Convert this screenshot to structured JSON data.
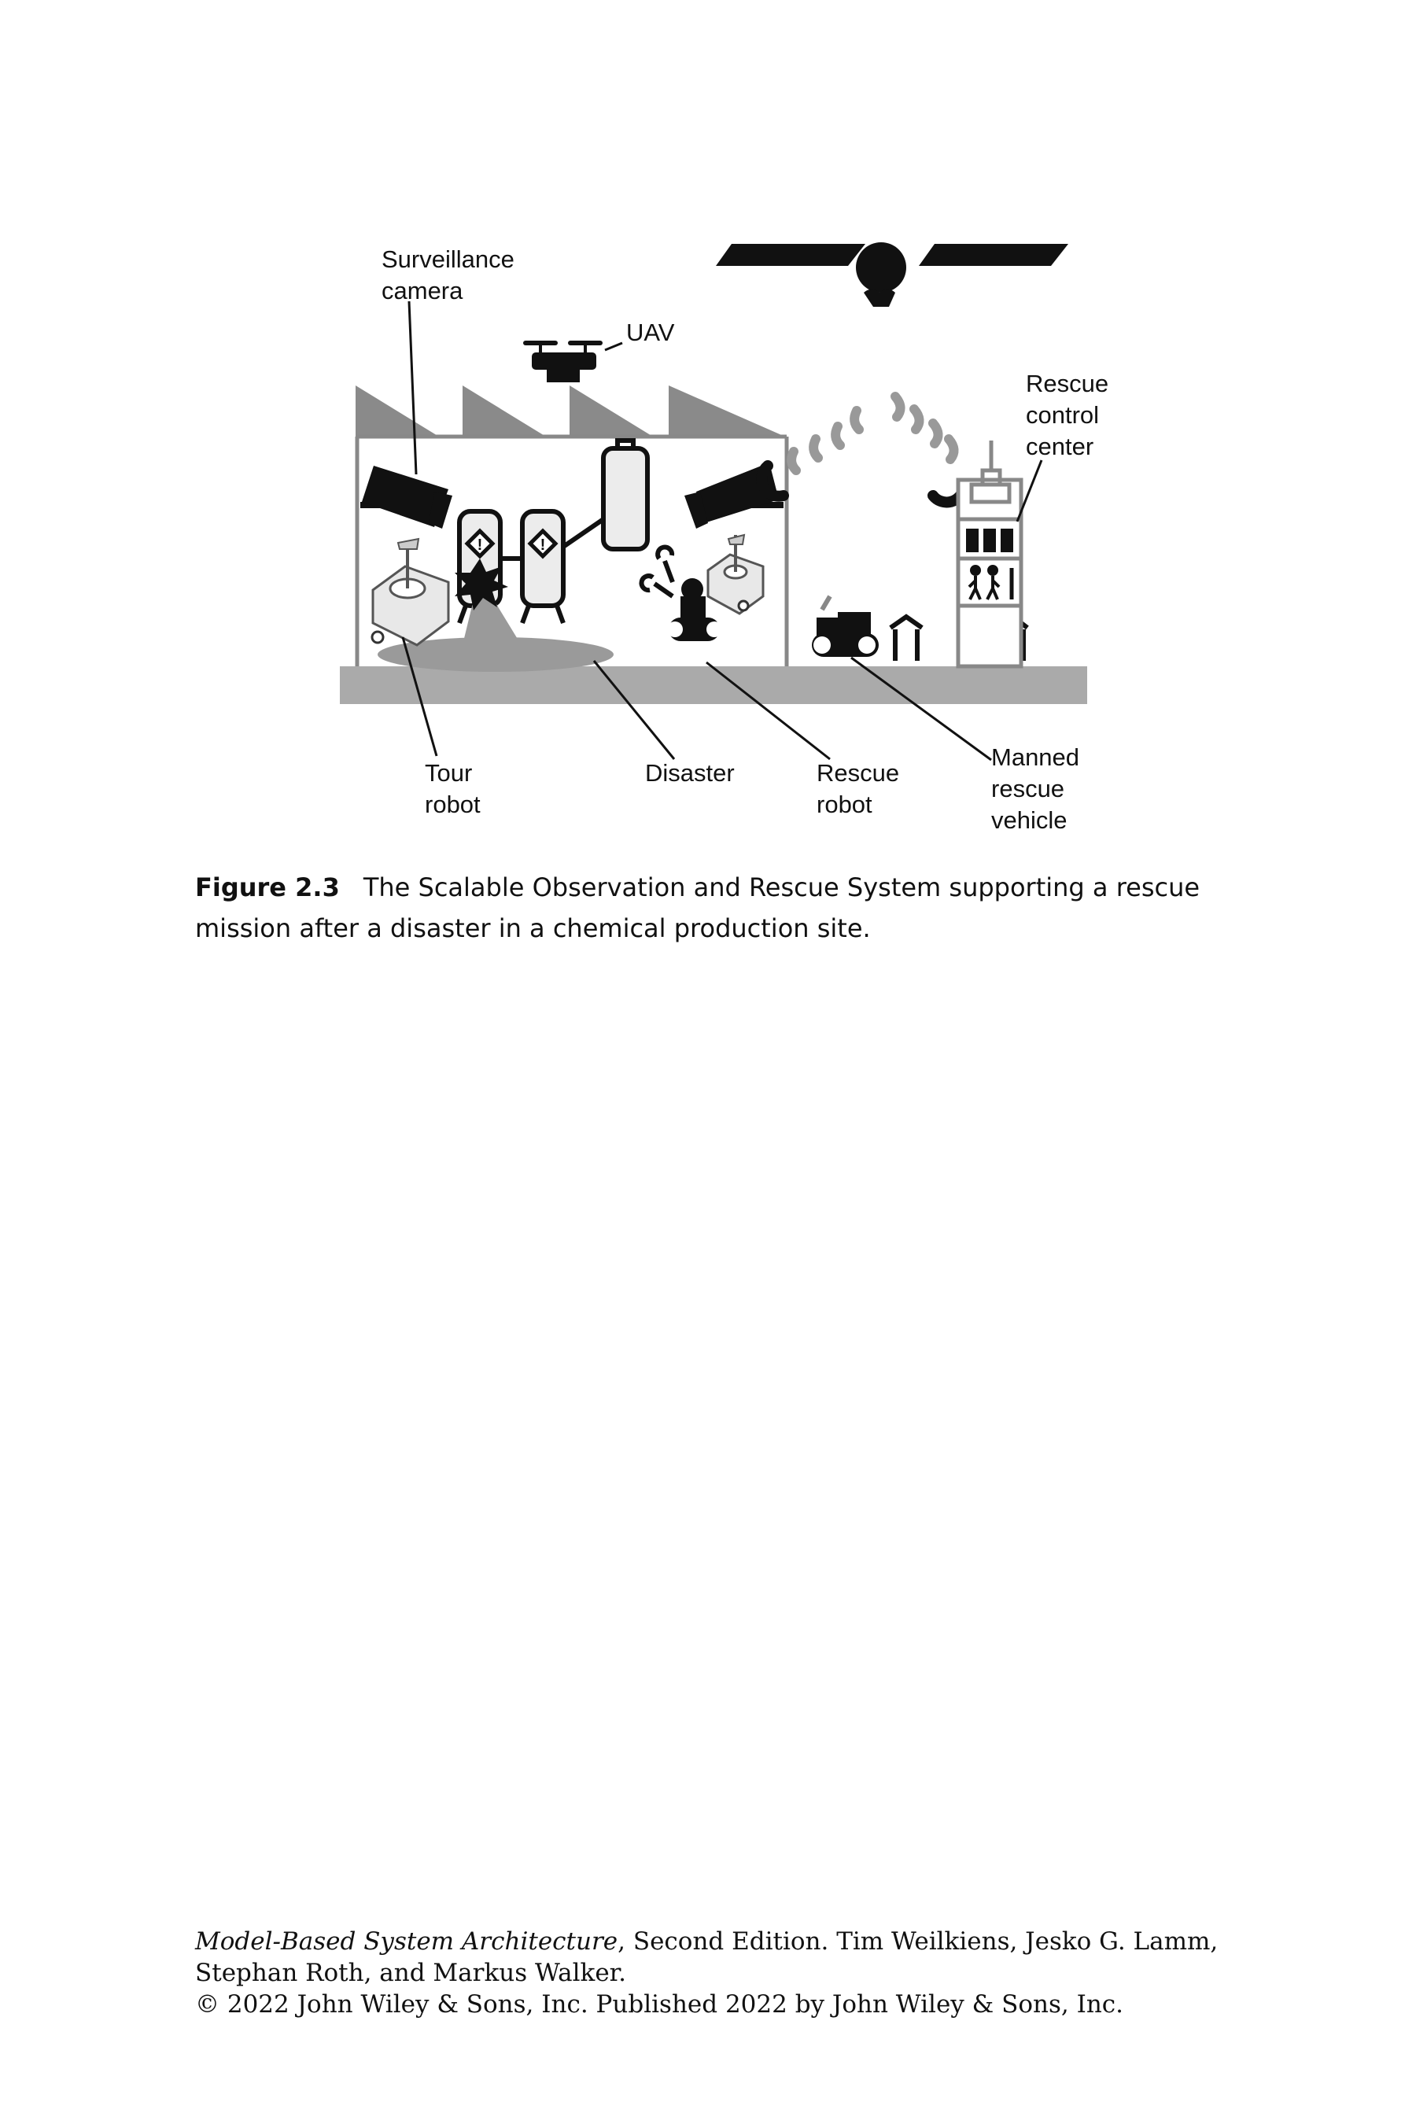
{
  "figure": {
    "labels": {
      "surveillance_camera": [
        "Surveillance",
        "camera"
      ],
      "uav": "UAV",
      "rescue_control_center": [
        "Rescue",
        "control",
        "center"
      ],
      "tour_robot": [
        "Tour",
        "robot"
      ],
      "disaster": "Disaster",
      "rescue_robot": [
        "Rescue",
        "robot"
      ],
      "manned_rescue_vehicle": [
        "Manned",
        "rescue",
        "vehicle"
      ]
    }
  },
  "caption": {
    "label": "Figure 2.3",
    "text": "The Scalable Observation and Rescue System supporting a rescue mission after a disaster in a chemical production site."
  },
  "footer": {
    "book_title": "Model-Based System Architecture",
    "line1_rest": ", Second Edition. Tim Weilkiens, Jesko G. Lamm,",
    "line2": "Stephan Roth, and Markus Walker.",
    "line3": "© 2022 John Wiley & Sons, Inc. Published 2022 by John Wiley & Sons, Inc."
  }
}
